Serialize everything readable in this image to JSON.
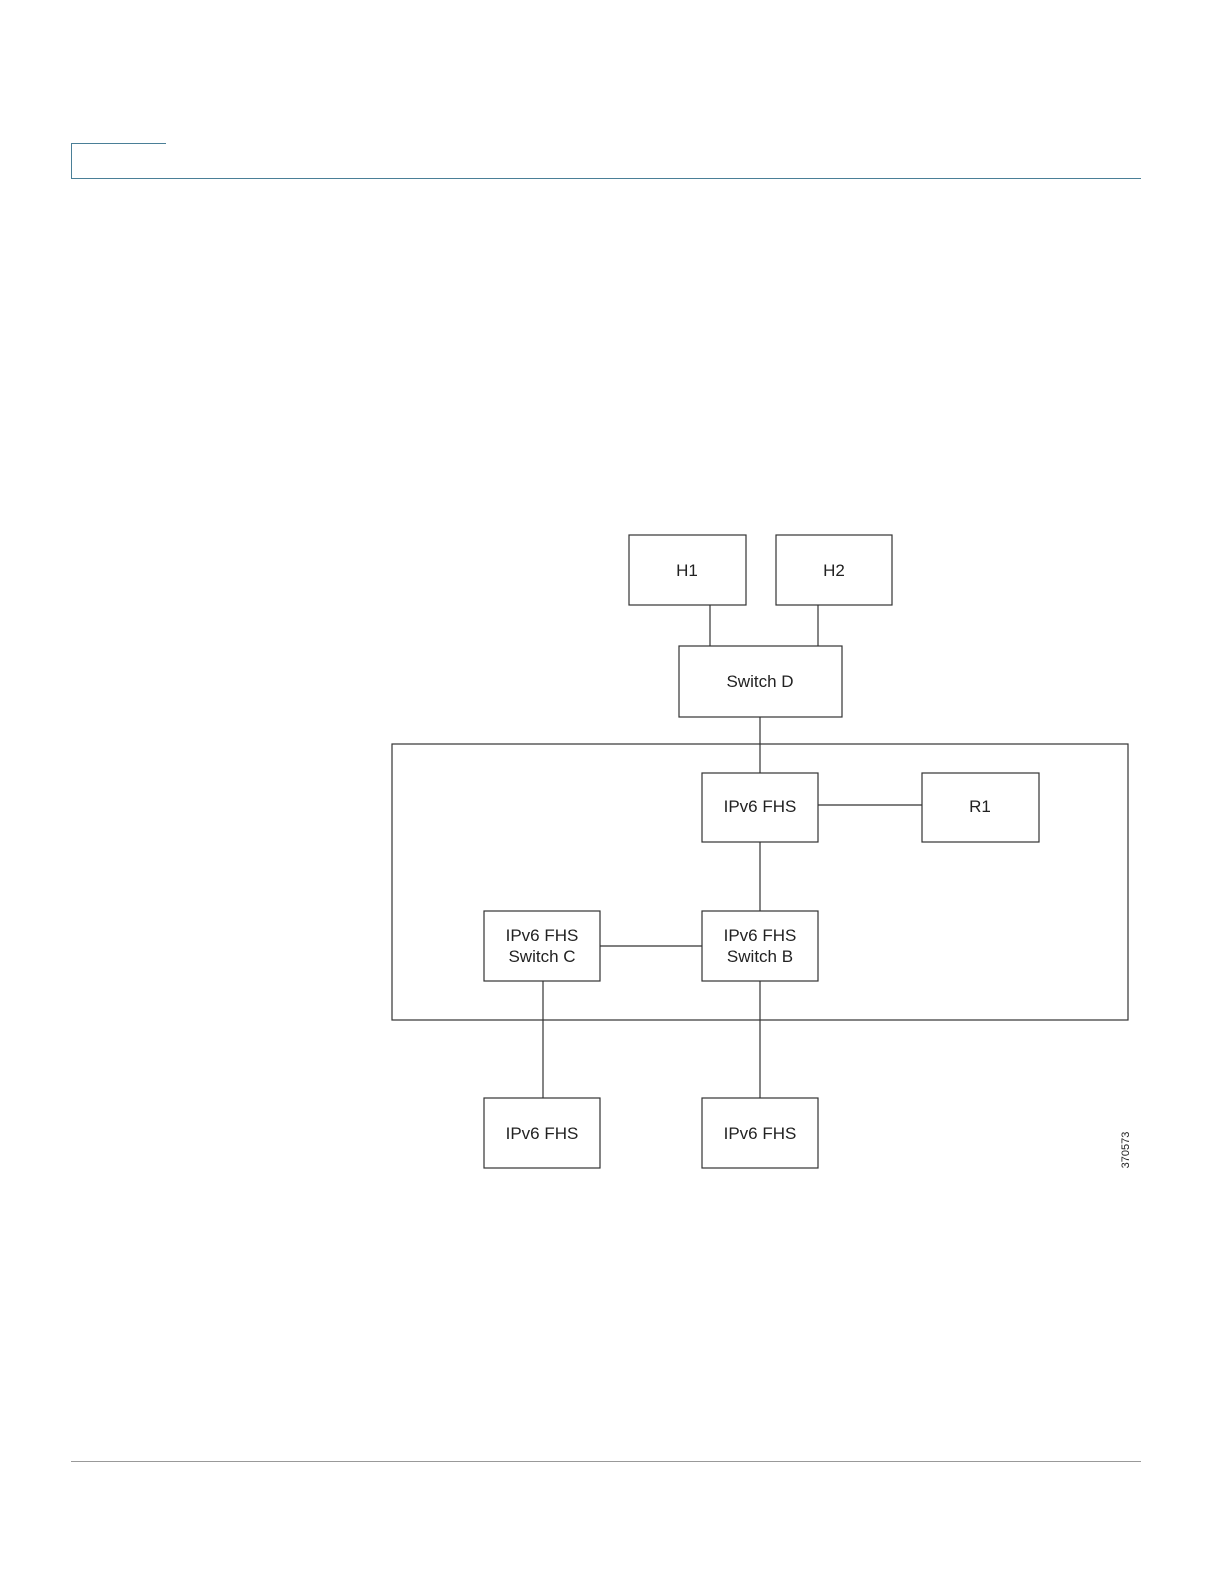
{
  "diagram": {
    "nodes": {
      "h1": "H1",
      "h2": "H2",
      "switch_d": "Switch D",
      "fhs_top": "IPv6 FHS",
      "r1": "R1",
      "switch_c": [
        "IPv6 FHS",
        "Switch C"
      ],
      "switch_b": [
        "IPv6 FHS",
        "Switch B"
      ],
      "fhs_bottom_left": "IPv6 FHS",
      "fhs_bottom_right": "IPv6 FHS"
    },
    "figure_id": "370573"
  }
}
